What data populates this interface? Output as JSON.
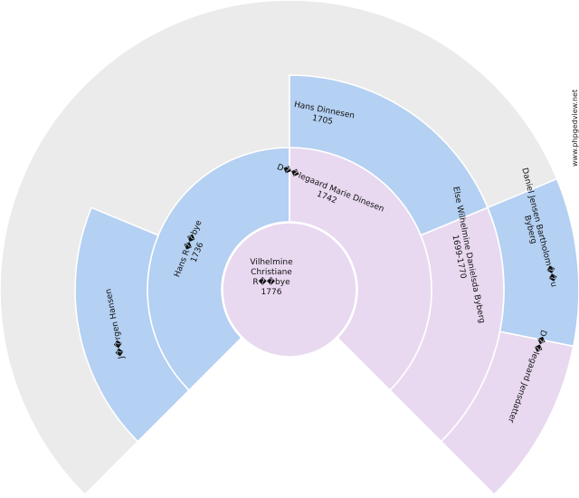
{
  "chart": {
    "watermark": "www.phpgedview.net",
    "colors": {
      "background_ring": "#ebebeb",
      "male": "#b4d0f2",
      "female": "#e8d9f0",
      "separator": "#ffffff"
    },
    "root": {
      "id": "root",
      "name": [
        "Vilhelmine",
        "Christiane",
        "R��bye"
      ],
      "years": "1776",
      "sex": "female"
    },
    "father": {
      "id": "father",
      "name": [
        "Hans R��bye"
      ],
      "years": "1736",
      "sex": "male"
    },
    "mother": {
      "id": "mother",
      "name": [
        "D��legaard Marie Dinesen"
      ],
      "years": "1742",
      "sex": "female"
    },
    "paternal_grandfather": {
      "id": "pgf",
      "name": [
        "J��rgen Hansen"
      ],
      "years": "",
      "sex": "male"
    },
    "maternal_grandfather": {
      "id": "mgf",
      "name": [
        "Hans Dinnesen"
      ],
      "years": "1705",
      "sex": "male"
    },
    "maternal_grandmother": {
      "id": "mgm",
      "name": [
        "Else Wilhelmine Danielsda Byberg"
      ],
      "years": "1699-1770",
      "sex": "female"
    },
    "mgm_father": {
      "id": "mgmf",
      "name": [
        "Daniel Jensen Bartholom��u",
        "Byberg"
      ],
      "years": "",
      "sex": "male"
    },
    "mgm_mother": {
      "id": "mgmm",
      "name": [
        "D��legaard Jensdatter"
      ],
      "years": "",
      "sex": "female"
    }
  }
}
